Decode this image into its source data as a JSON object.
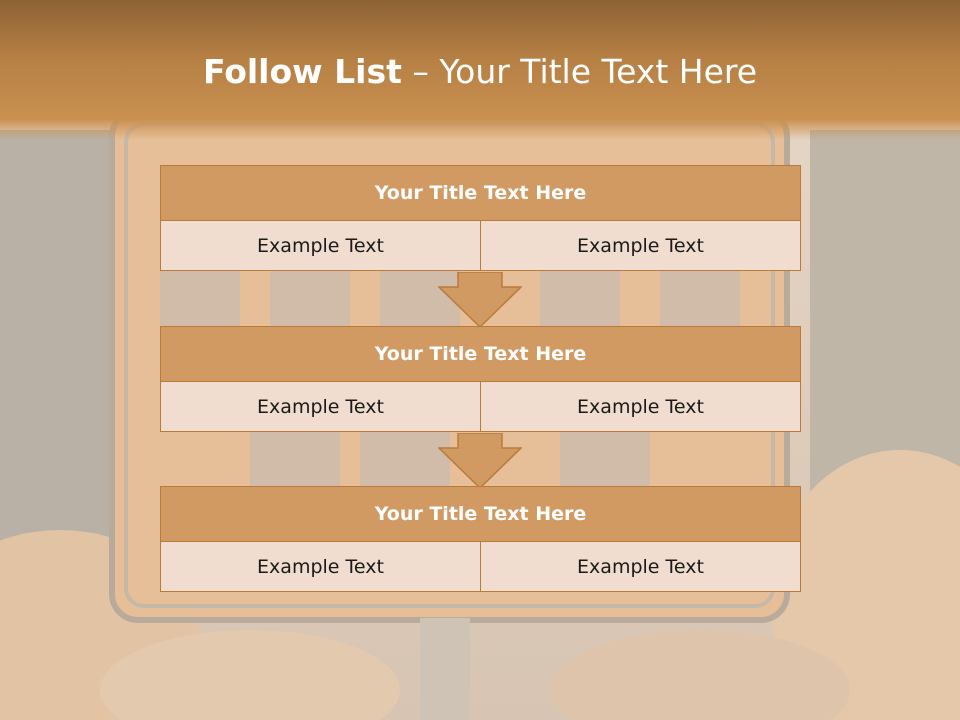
{
  "slide": {
    "title_bold": "Follow List",
    "title_rest": " – Your Title Text Here"
  },
  "blocks": [
    {
      "title": "Your Title Text Here",
      "cells": [
        "Example Text",
        "Example Text"
      ]
    },
    {
      "title": "Your Title Text Here",
      "cells": [
        "Example Text",
        "Example Text"
      ]
    },
    {
      "title": "Your Title Text Here",
      "cells": [
        "Example Text",
        "Example Text"
      ]
    }
  ],
  "colors": {
    "header": "#b57f44",
    "block_title": "#d19a63",
    "block_cell": "#f1ddd0",
    "border": "#b97a3c"
  },
  "background_image": "faded SCHOOL AREA road sign with autumn foliage"
}
